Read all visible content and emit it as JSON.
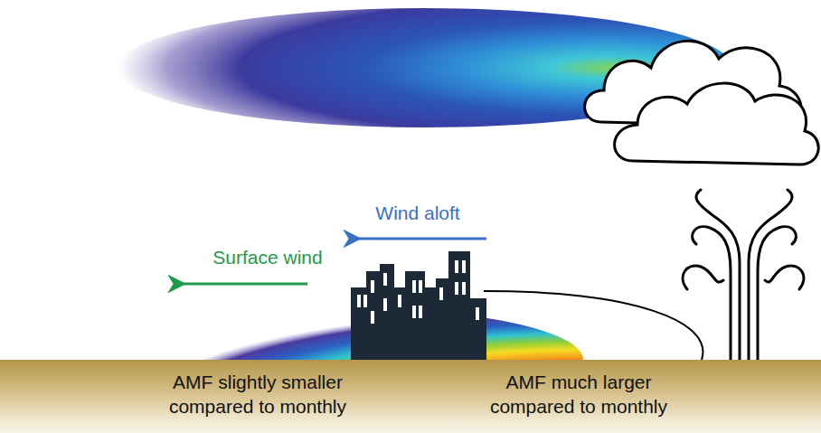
{
  "diagram": {
    "nodes": [
      {
        "text": [
          "AMF slightly smaller compared to monthly",
          "AMF much larger compared to monthly"
        ]
      }
    ],
    "labels": [
      "Wind aloft",
      "Surface wind"
    ]
  }
}
